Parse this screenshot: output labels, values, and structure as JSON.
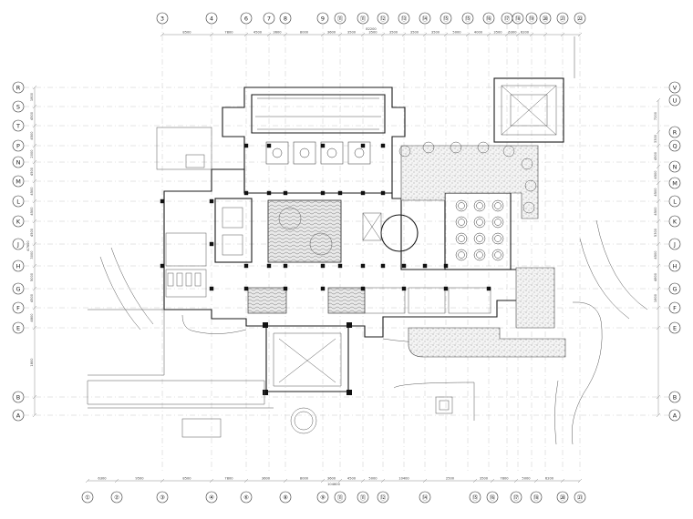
{
  "drawing": {
    "grid_top": [
      "3",
      "4",
      "6",
      "7",
      "8",
      "9",
      "⑪",
      "⑪",
      "⑫",
      "⑬",
      "⑭",
      "⑮",
      "⑮",
      "⑯",
      "⑰",
      "⑱",
      "⑲",
      "⑳",
      "㉑",
      "㉒"
    ],
    "grid_bottom": [
      "①",
      "②",
      "③",
      "④",
      "⑥",
      "⑧",
      "⑨",
      "⑪",
      "⑪",
      "⑫",
      "⑭",
      "⑮",
      "⑯",
      "⑰",
      "⑱",
      "⑳",
      "㉑",
      "㉒"
    ],
    "grid_left": [
      "R",
      "S",
      "T",
      "P",
      "N",
      "M",
      "L",
      "K",
      "J",
      "H",
      "G",
      "F",
      "E",
      "B",
      "A"
    ],
    "grid_right": [
      "V",
      "U",
      "R",
      "Q",
      "N",
      "M",
      "L",
      "K",
      "J",
      "H",
      "G",
      "F",
      "E",
      "B",
      "A"
    ],
    "top_dims": [
      "8500",
      "7800",
      "4500",
      "3600",
      "8000",
      "3600",
      "3500",
      "3500",
      "3500",
      "3500",
      "3500",
      "5000",
      "4000",
      "3500",
      "6300",
      "6200"
    ],
    "top_total": "82200",
    "bottom_dims": [
      "6300",
      "9500",
      "8500",
      "7800",
      "3600",
      "8000",
      "3600",
      "4500",
      "5000",
      "10400",
      "2500",
      "3500",
      "7800",
      "5000",
      "6200"
    ],
    "bottom_total": "104600",
    "left_dims": [
      "1800",
      "4500",
      "4500",
      "2000",
      "4500",
      "4500",
      "4500",
      "4500",
      "3000",
      "5000",
      "4500",
      "4800",
      "1800"
    ],
    "left_total": "47600",
    "right_dims": [
      "7200",
      "3300",
      "4500",
      "4500",
      "4500",
      "4500",
      "5300",
      "4500",
      "4800",
      "1800"
    ]
  }
}
